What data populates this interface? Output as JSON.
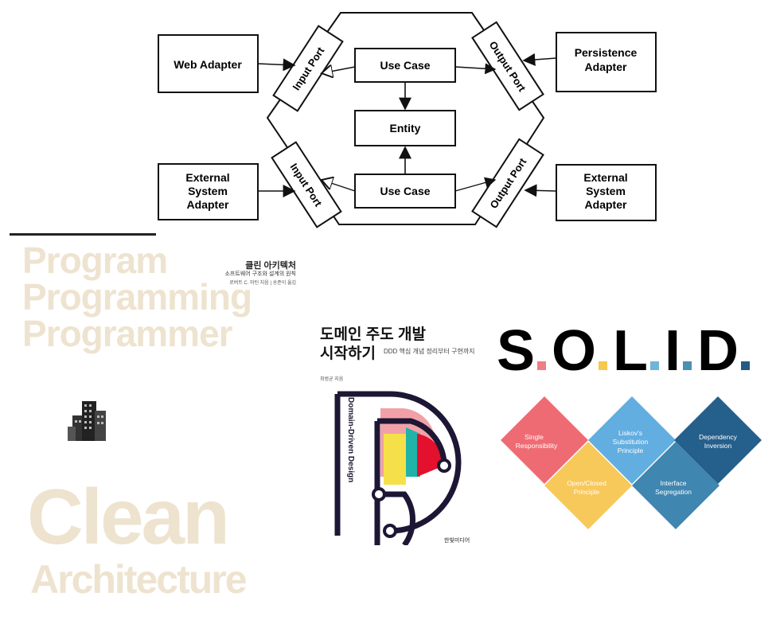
{
  "hexagon": {
    "web_adapter": "Web Adapter",
    "persistence_adapter": [
      "Persistence",
      "Adapter"
    ],
    "external_adapter_left": [
      "External",
      "System",
      "Adapter"
    ],
    "external_adapter_right": [
      "External",
      "System",
      "Adapter"
    ],
    "input_port_top": "Input Port",
    "input_port_bottom": "Input Port",
    "output_port_top": "Output Port",
    "output_port_bottom": "Output Port",
    "use_case_top": "Use Case",
    "use_case_bottom": "Use Case",
    "entity": "Entity"
  },
  "clean_book": {
    "header_words": [
      "Program",
      "Programming",
      "Programmer"
    ],
    "korean_title": "클린 아키텍처",
    "korean_subtitle": "소프트웨어 구조와 설계의 원칙",
    "korean_authors": "로버트 C. 마틴 지음 | 송준이 옮김",
    "big_word": "Clean",
    "sub_word": "Architecture",
    "accent_color": "#eee3cf"
  },
  "ddd_book": {
    "title_line1": "도메인 주도 개발",
    "title_line2": "시작하기",
    "subtitle": "DDD 핵심 개념 정리부터 구현까지",
    "author": "최범균 지음",
    "spine_text": "Domain-Driven Design",
    "publisher": "한빛미디어",
    "colors": {
      "pink": "#f2a0a8",
      "yellow": "#f6e04a",
      "teal": "#20b3a8",
      "red": "#e3102e",
      "navy": "#1d1634"
    }
  },
  "solid": {
    "letters": [
      "S",
      "O",
      "L",
      "I",
      "D"
    ],
    "dot_colors": [
      "#f07c84",
      "#f5c84e",
      "#6fb4d9",
      "#4a8fb5",
      "#245b86"
    ],
    "pieces": [
      {
        "label": [
          "Single",
          "Responsibility"
        ],
        "color": "#ef6b73"
      },
      {
        "label": [
          "Open/Closed",
          "Principle"
        ],
        "color": "#f7c85a"
      },
      {
        "label": [
          "Liskov's",
          "Substitution",
          "Principle"
        ],
        "color": "#62aee0"
      },
      {
        "label": [
          "Interface",
          "Segregation"
        ],
        "color": "#3f86b0"
      },
      {
        "label": [
          "Dependency",
          "Inversion"
        ],
        "color": "#255f8b"
      }
    ]
  }
}
